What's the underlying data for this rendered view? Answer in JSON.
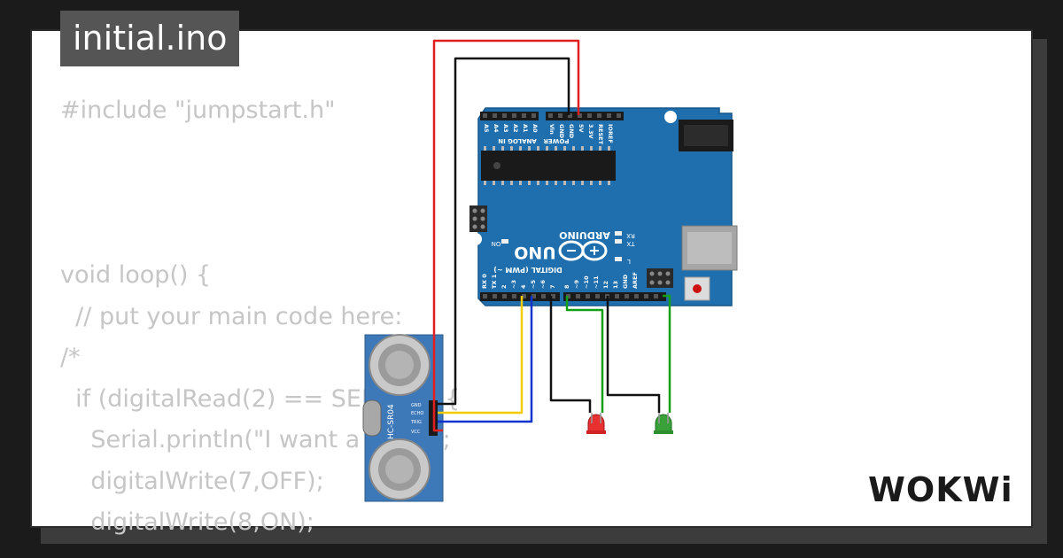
{
  "filename": "initial.ino",
  "code_lines": [
    "#include \"jumpstart.h\"",
    "",
    "",
    "",
    "void loop() {",
    "  // put your main code here:",
    "/*",
    "  if (digitalRead(2) == SENSED) {",
    "    Serial.println(\"I want a walk\");",
    "    digitalWrite(7,OFF);",
    "    digitalWrite(8,ON);"
  ],
  "brand": "WOKWi",
  "board": {
    "model": "UNO",
    "maker": "ARDUINO",
    "header_analog": "ANALOG IN",
    "header_power": "POWER",
    "header_digital": "DIGITAL (PWM ~)",
    "pins_analog": [
      "A5",
      "A4",
      "A3",
      "A2",
      "A1",
      "A0"
    ],
    "pins_power": [
      "Vin",
      "GND",
      "GND",
      "5V",
      "3.3V",
      "RESET",
      "IOREF"
    ],
    "pins_digital": [
      "RX 0",
      "TX 1",
      "2",
      "~3",
      "4",
      "~5",
      "~6",
      "7",
      "8",
      "~9",
      "~10",
      "~11",
      "12",
      "13",
      "GND",
      "AREF"
    ],
    "leds": [
      "ON",
      "L",
      "TX",
      "RX"
    ]
  },
  "sensor": {
    "model": "HC-SR04",
    "pins": [
      "GND",
      "ECHO",
      "TRIG",
      "VCC"
    ]
  },
  "colors": {
    "board_blue": "#1f6fae",
    "wire_red": "#e02020",
    "wire_black": "#111111",
    "wire_yellow": "#f2cc00",
    "wire_blue": "#1133cc",
    "wire_green": "#14a014",
    "led_red": "#e83030",
    "led_green": "#3aa03a",
    "sensor_blue": "#3d78b8"
  }
}
